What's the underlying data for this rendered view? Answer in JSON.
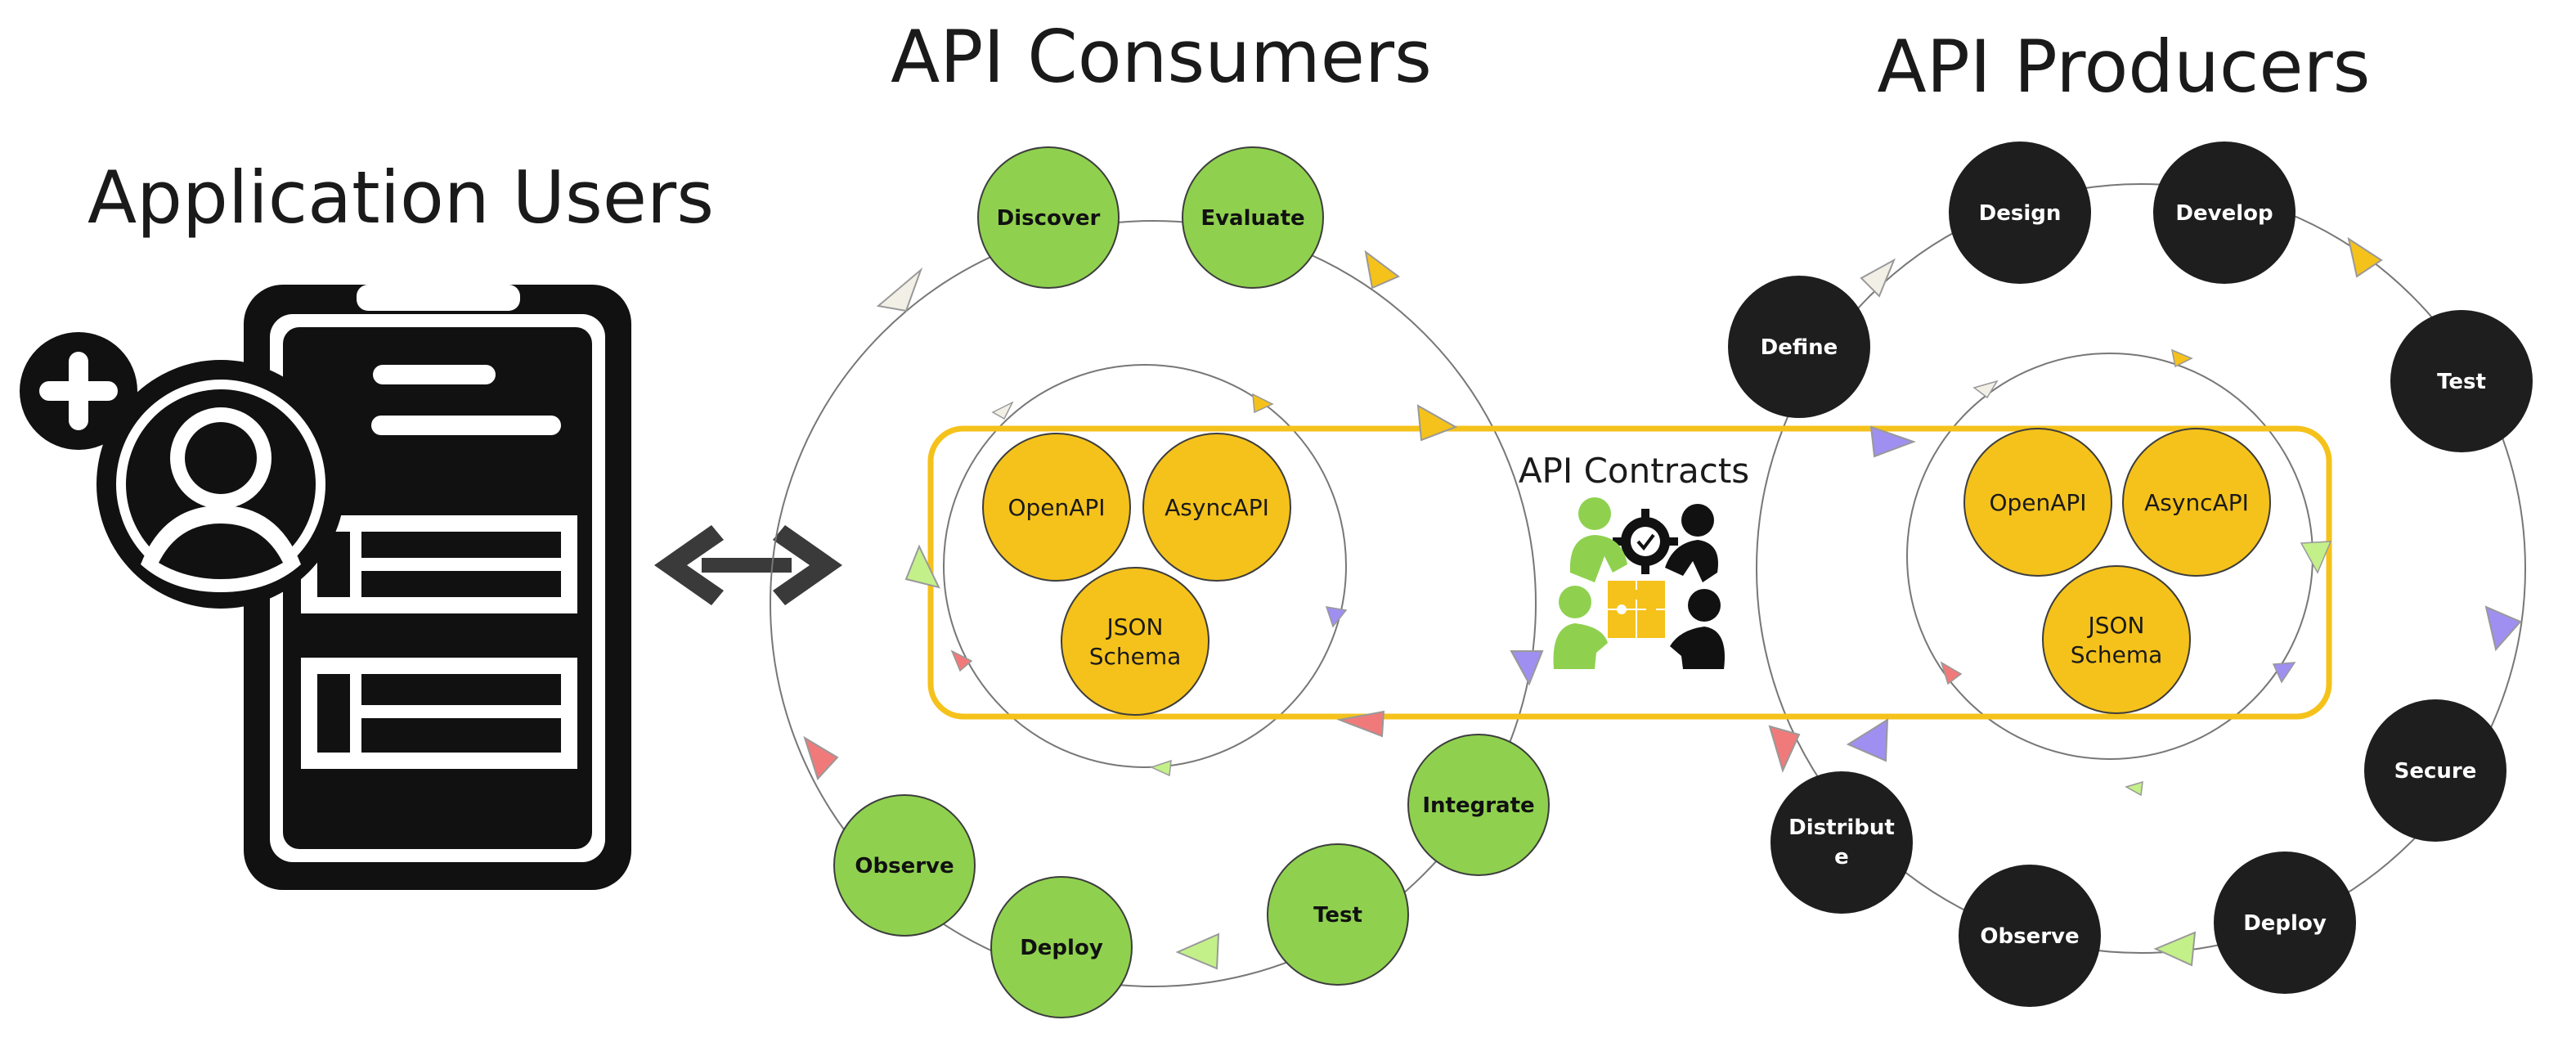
{
  "titles": {
    "users": "Application Users",
    "consumers": "API Consumers",
    "producers": "API Producers",
    "contracts": "API Contracts"
  },
  "consumer_cycle": [
    "Discover",
    "Evaluate",
    "Integrate",
    "Test",
    "Deploy",
    "Observe"
  ],
  "producer_cycle": [
    "Design",
    "Develop",
    "Test",
    "Secure",
    "Deploy",
    "Observe",
    "Distribute",
    "Define"
  ],
  "producer_distribute_lines": [
    "Distribut",
    "e"
  ],
  "spec_formats": {
    "openapi": "OpenAPI",
    "asyncapi": "AsyncAPI",
    "json_schema_line1": "JSON",
    "json_schema_line2": "Schema"
  },
  "colors": {
    "consumer_node": "#8fd14f",
    "producer_node": "#1e1e1e",
    "spec_node": "#f5c21b",
    "contract_border": "#f5c21b",
    "arrow_yellow": "#f5c21b",
    "arrow_purple": "#9f8ff0",
    "arrow_red": "#f07a7a",
    "arrow_green": "#c4f08a",
    "arrow_white": "#f2f0e6"
  },
  "icons": [
    "mobile-phone-icon",
    "add-user-icon",
    "double-arrow-icon",
    "collaboration-puzzle-icon"
  ]
}
